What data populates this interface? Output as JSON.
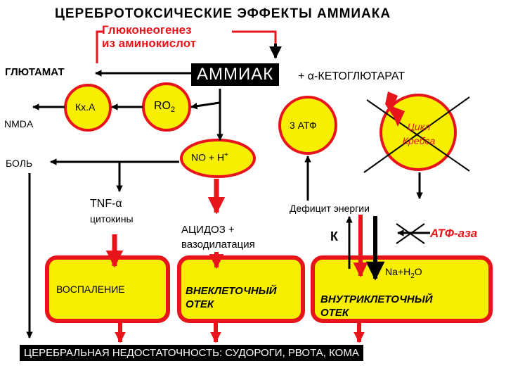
{
  "title": "ЦЕРЕБРОТОКСИЧЕСКИЕ ЭФФЕКТЫ АММИАКА",
  "gluconeogenesis": {
    "line1": "Глюконеогенез",
    "line2": "из аминокислот"
  },
  "ammonia": "АММИАК",
  "ketoglutarate": "+ α-КЕТОГЛЮТАРАТ",
  "glutamate": "ГЛЮТАМАТ",
  "nmda": "NMDA",
  "pain": "БОЛЬ",
  "kxa": "Кх.А",
  "ro2": "RO",
  "ro2_sub": "2",
  "atp3": "3 АТФ",
  "krebs": {
    "line1": "Цикл",
    "line2": "Кребса"
  },
  "no_h": "NO + H",
  "no_h_sup": "+",
  "tnf": "TNF-α",
  "cytokines": "цитокины",
  "acidosis": {
    "line1": "АЦИДОЗ +",
    "line2": "вазодилатация"
  },
  "energy_deficit": "Дефицит энергии",
  "k_ion": "К",
  "atpase": "АТФ-аза",
  "na_h2o": {
    "pre": "Na+H",
    "sub": "2",
    "post": "O"
  },
  "inflammation": "ВОСПАЛЕНИЕ",
  "extracellular_edema": {
    "line1": "ВНЕКЛЕТОЧНЫЙ",
    "line2": "ОТЕК"
  },
  "intracellular_edema": {
    "line1": "ВНУТРИКЛЕТОЧНЫЙ",
    "line2": "ОТЕК"
  },
  "cerebral_failure": "ЦЕРЕБРАЛЬНАЯ НЕДОСТАТОЧНОСТЬ: СУДОРОГИ, РВОТА, КОМА",
  "colors": {
    "yellow": "#f8ef00",
    "red": "#e8141c",
    "black": "#000000"
  }
}
